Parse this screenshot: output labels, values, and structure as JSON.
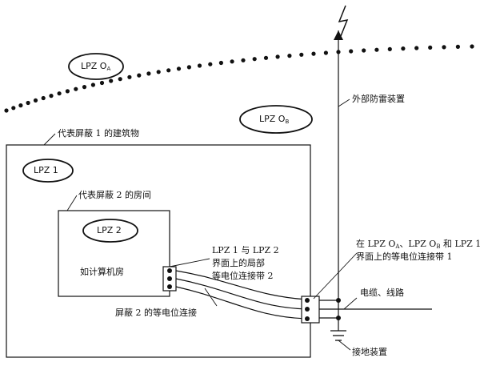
{
  "diagram": {
    "zones": {
      "lpz0a": {
        "main": "LPZ O",
        "sub": "A"
      },
      "lpz0b": {
        "main": "LPZ O",
        "sub": "B"
      },
      "lpz1": "LPZ 1",
      "lpz2": "LPZ 2"
    },
    "labels": {
      "lightning_protection": "外部防雷装置",
      "building": "代表屏蔽 1 的建筑物",
      "room": "代表屏蔽 2 的房间",
      "computer_room": "如计算机房",
      "local_bonding_line1": "LPZ 1 与 LPZ 2",
      "local_bonding_line2": "界面上的局部",
      "local_bonding_line3": "等电位连接带 2",
      "interface_bonding_line1": "在 LPZ O",
      "interface_bonding_sep1": "、LPZ O",
      "interface_bonding_sep2": " 和 LPZ 1",
      "interface_bonding_sub_a": "A",
      "interface_bonding_sub_b": "B",
      "interface_bonding_line2": "界面上的等电位连接带 1",
      "cables": "电缆、线路",
      "shield2_bonding": "屏蔽 2 的等电位连接",
      "earthing": "接地装置"
    }
  }
}
